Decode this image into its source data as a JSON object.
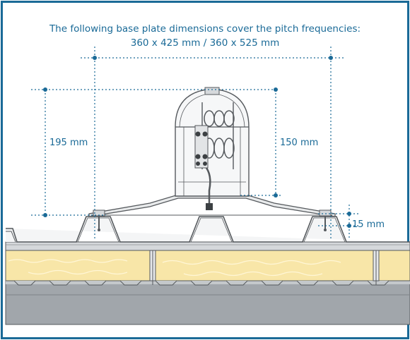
{
  "title_line1": "The following base plate dimensions cover the pitch frequencies:",
  "title_line2": "360 x 425 mm / 360 x 525 mm",
  "dim_left": "195 mm",
  "dim_center": "150 mm",
  "dim_right": "15 mm",
  "colors": {
    "border": "#1a6a97",
    "dimension": "#1a6a97",
    "insulation": "#f8e6a8",
    "deck": "#d9dcdf",
    "steel": "#c9ccce",
    "liner": "#9ea3a8",
    "outline": "#55595d"
  }
}
